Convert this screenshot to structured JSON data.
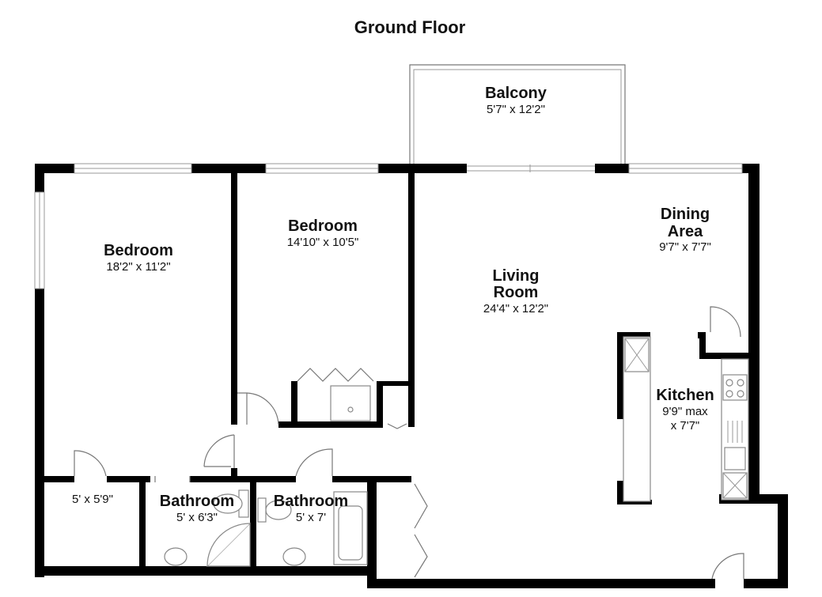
{
  "title": "Ground Floor",
  "rooms": {
    "balcony": {
      "name": "Balcony",
      "dims": "5'7\" x 12'2\""
    },
    "bedroom_left": {
      "name": "Bedroom",
      "dims": "18'2\" x 11'2\""
    },
    "bedroom_middle": {
      "name": "Bedroom",
      "dims": "14'10\" x 10'5\""
    },
    "living_room": {
      "name_line1": "Living",
      "name_line2": "Room",
      "dims": "24'4\" x 12'2\""
    },
    "dining_area": {
      "name_line1": "Dining",
      "name_line2": "Area",
      "dims": "9'7\" x 7'7\""
    },
    "kitchen": {
      "name": "Kitchen",
      "dims_line1": "9'9\" max",
      "dims_line2": "x 7'7\""
    },
    "closet": {
      "dims": "5' x 5'9\""
    },
    "bathroom_left": {
      "name": "Bathroom",
      "dims": "5' x 6'3\""
    },
    "bathroom_right": {
      "name": "Bathroom",
      "dims": "5' x 7'"
    }
  }
}
